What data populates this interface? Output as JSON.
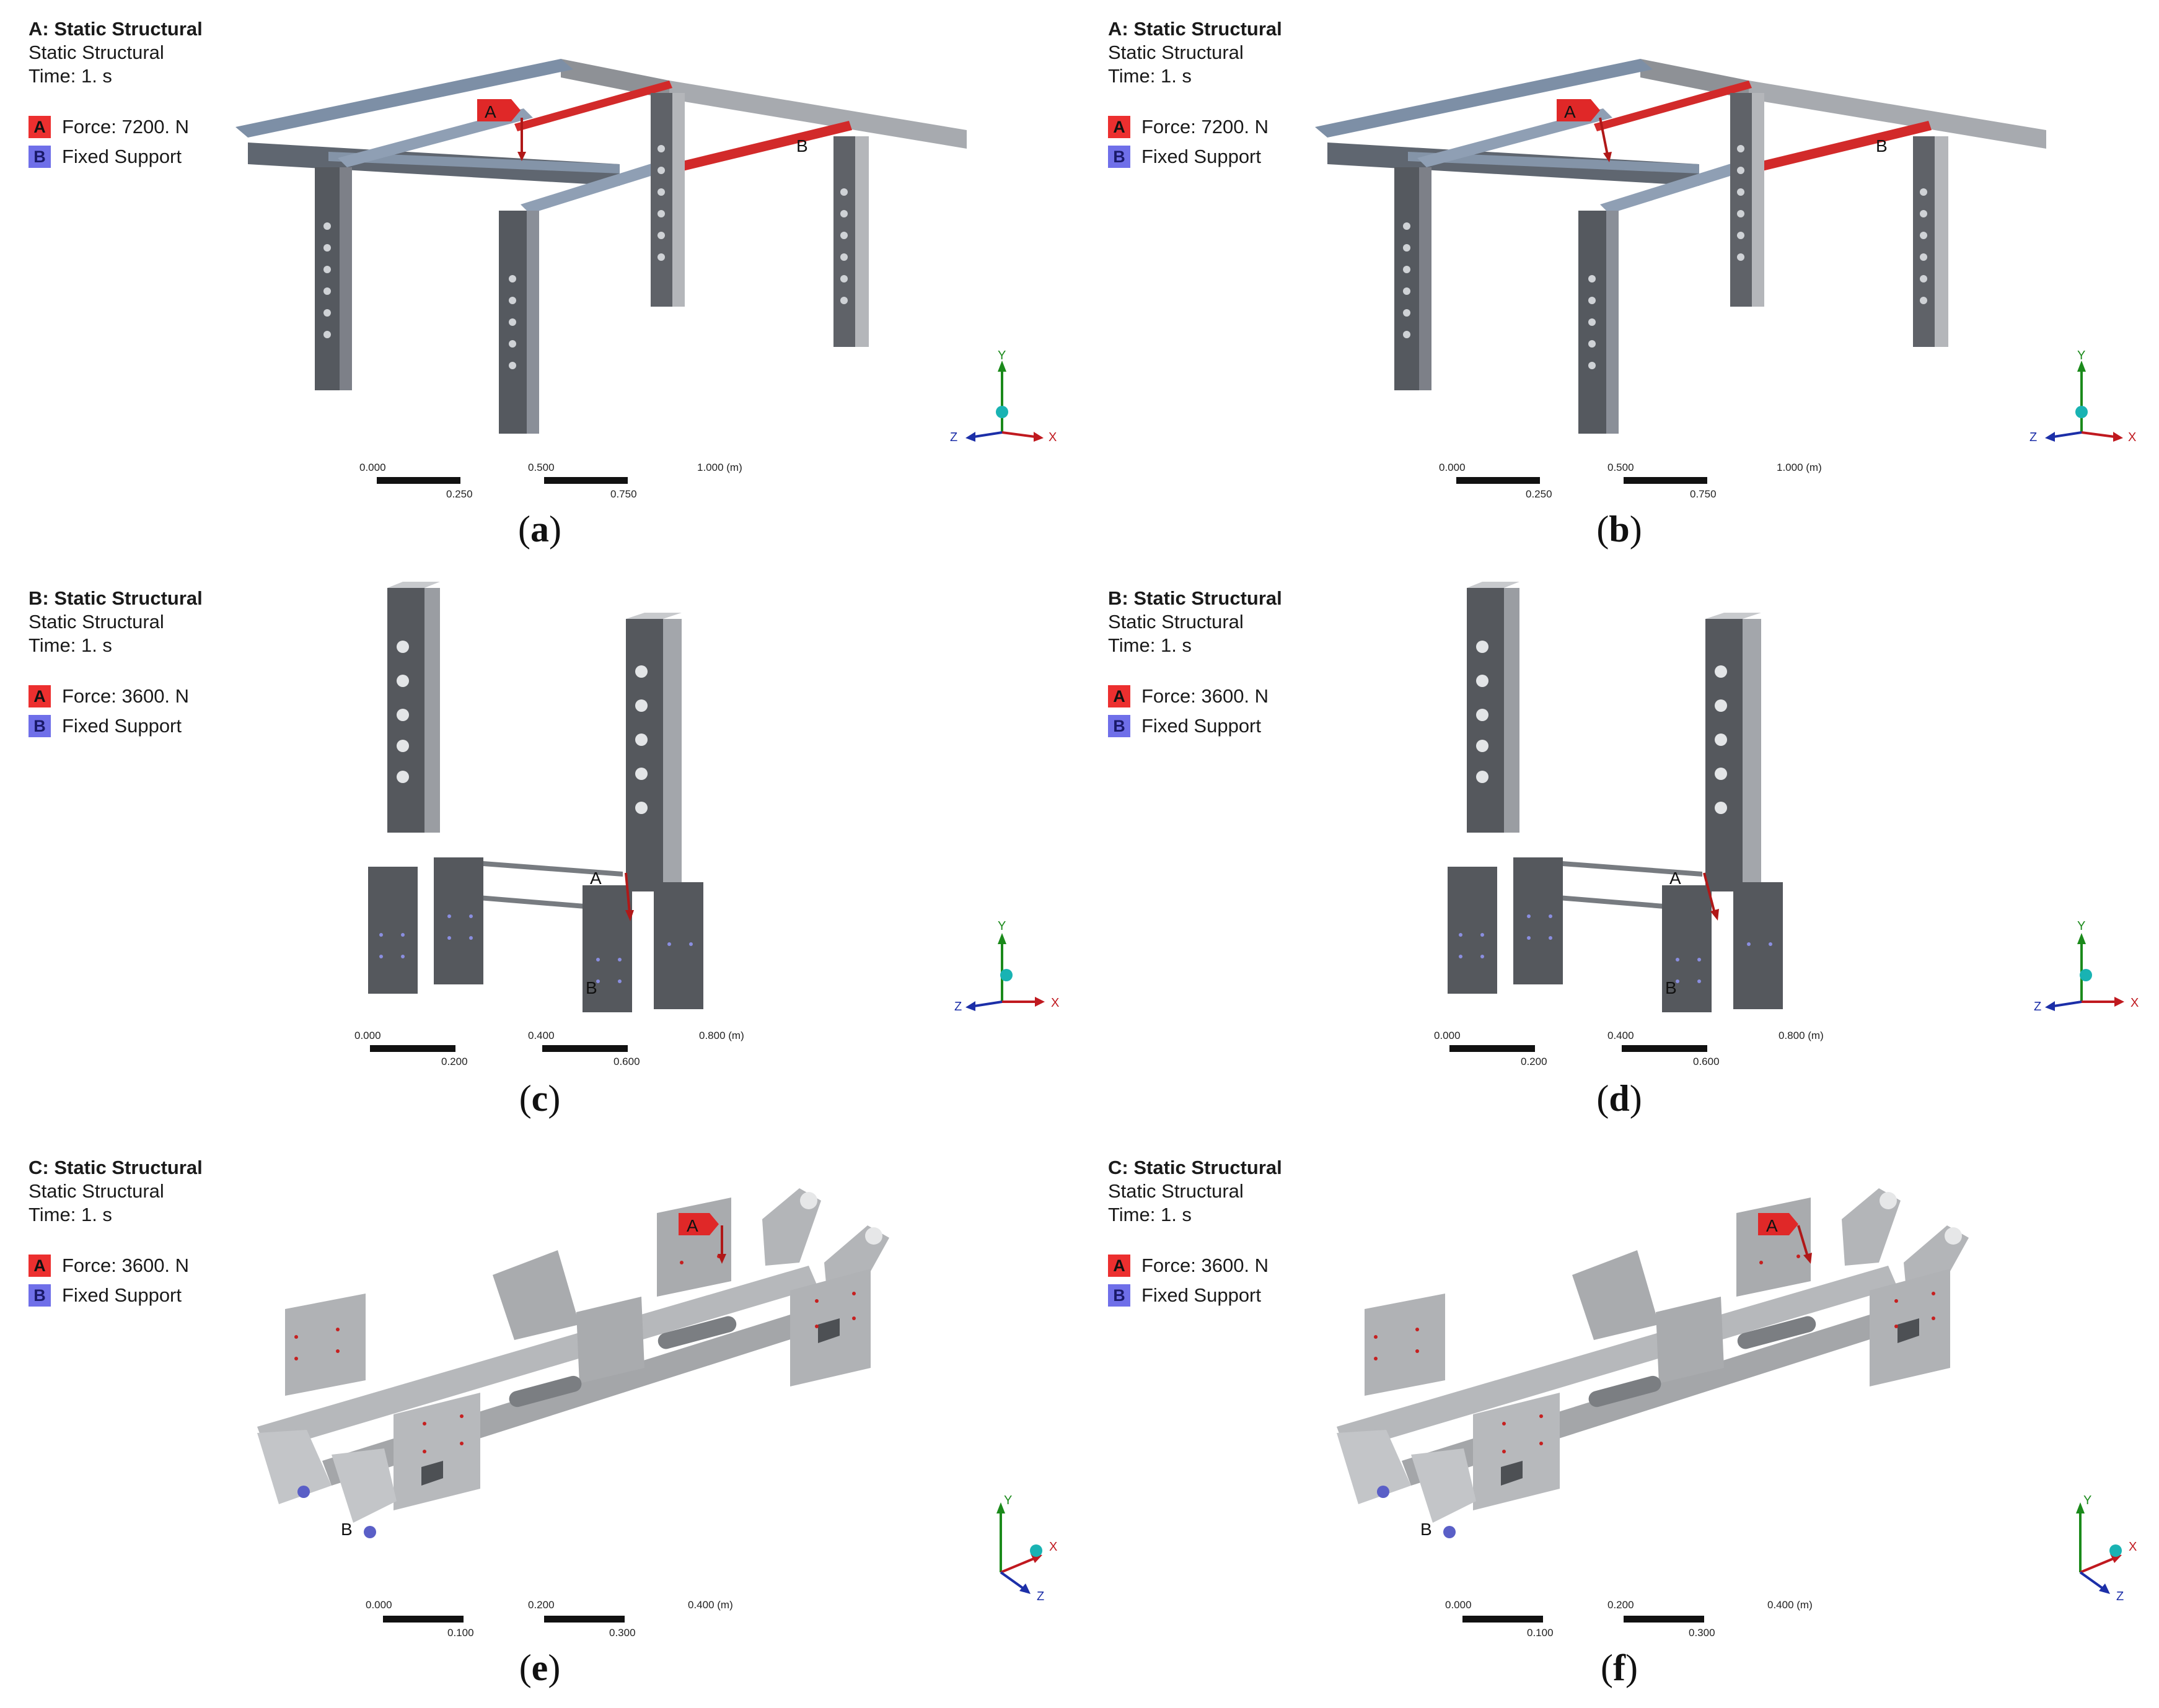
{
  "panels": [
    {
      "id": "a",
      "title": "A: Static Structural",
      "subtitle": "Static Structural",
      "time": "Time: 1. s",
      "legend": [
        {
          "tag": "A",
          "label": "Force: 7200. N"
        },
        {
          "tag": "B",
          "label": "Fixed Support"
        }
      ],
      "scale_top": [
        "0.000",
        "0.500",
        "1.000 (m)"
      ],
      "scale_bottom": [
        "0.250",
        "0.750"
      ],
      "axes": {
        "x": "X",
        "y": "Y",
        "z": "Z"
      },
      "markers": {
        "force": "A",
        "support": "B"
      },
      "caption": "a"
    },
    {
      "id": "b",
      "title": "A: Static Structural",
      "subtitle": "Static Structural",
      "time": "Time: 1. s",
      "legend": [
        {
          "tag": "A",
          "label": "Force: 7200. N"
        },
        {
          "tag": "B",
          "label": "Fixed Support"
        }
      ],
      "scale_top": [
        "0.000",
        "0.500",
        "1.000 (m)"
      ],
      "scale_bottom": [
        "0.250",
        "0.750"
      ],
      "axes": {
        "x": "X",
        "y": "Y",
        "z": "Z"
      },
      "markers": {
        "force": "A",
        "support": "B"
      },
      "caption": "b"
    },
    {
      "id": "c",
      "title": "B: Static Structural",
      "subtitle": "Static Structural",
      "time": "Time: 1. s",
      "legend": [
        {
          "tag": "A",
          "label": "Force: 3600. N"
        },
        {
          "tag": "B",
          "label": "Fixed Support"
        }
      ],
      "scale_top": [
        "0.000",
        "0.400",
        "0.800 (m)"
      ],
      "scale_bottom": [
        "0.200",
        "0.600"
      ],
      "axes": {
        "x": "X",
        "y": "Y",
        "z": "Z"
      },
      "markers": {
        "force": "A",
        "support": "B"
      },
      "caption": "c"
    },
    {
      "id": "d",
      "title": "B: Static Structural",
      "subtitle": "Static Structural",
      "time": "Time: 1. s",
      "legend": [
        {
          "tag": "A",
          "label": "Force: 3600. N"
        },
        {
          "tag": "B",
          "label": "Fixed Support"
        }
      ],
      "scale_top": [
        "0.000",
        "0.400",
        "0.800 (m)"
      ],
      "scale_bottom": [
        "0.200",
        "0.600"
      ],
      "axes": {
        "x": "X",
        "y": "Y",
        "z": "Z"
      },
      "markers": {
        "force": "A",
        "support": "B"
      },
      "caption": "d"
    },
    {
      "id": "e",
      "title": "C: Static Structural",
      "subtitle": "Static Structural",
      "time": "Time: 1. s",
      "legend": [
        {
          "tag": "A",
          "label": "Force: 3600. N"
        },
        {
          "tag": "B",
          "label": "Fixed Support"
        }
      ],
      "scale_top": [
        "0.000",
        "0.200",
        "0.400 (m)"
      ],
      "scale_bottom": [
        "0.100",
        "0.300"
      ],
      "axes": {
        "x": "X",
        "y": "Y",
        "z": "Z"
      },
      "markers": {
        "force": "A",
        "support": "B"
      },
      "caption": "e"
    },
    {
      "id": "f",
      "title": "C: Static Structural",
      "subtitle": "Static Structural",
      "time": "Time: 1. s",
      "legend": [
        {
          "tag": "A",
          "label": "Force: 3600. N"
        },
        {
          "tag": "B",
          "label": "Fixed Support"
        }
      ],
      "scale_top": [
        "0.000",
        "0.200",
        "0.400 (m)"
      ],
      "scale_bottom": [
        "0.100",
        "0.300"
      ],
      "axes": {
        "x": "X",
        "y": "Y",
        "z": "Z"
      },
      "markers": {
        "force": "A",
        "support": "B"
      },
      "caption": "f"
    }
  ],
  "colors": {
    "force": "#e02828",
    "support": "#6f6fe9",
    "steel_dark": "#5a5d62",
    "steel_light": "#a9acb0",
    "axis_x": "#c0191f",
    "axis_y": "#1b8a1b",
    "axis_z": "#1c2fa8",
    "origin": "#19b3b3"
  }
}
